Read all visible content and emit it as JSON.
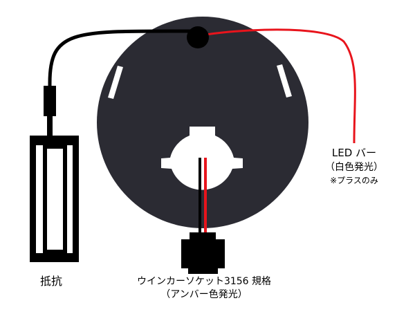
{
  "labels": {
    "led_bar": "LED バー",
    "led_color": "（白色発光）",
    "led_note": "※プラスのみ",
    "resistor": "抵抗",
    "socket": "ウインカーソケット3156 規格",
    "socket_color": "（アンバー色発光）"
  },
  "colors": {
    "housing": "#2b2b33",
    "wire_black": "#000000",
    "wire_red": "#e8141c",
    "background": "#ffffff"
  }
}
